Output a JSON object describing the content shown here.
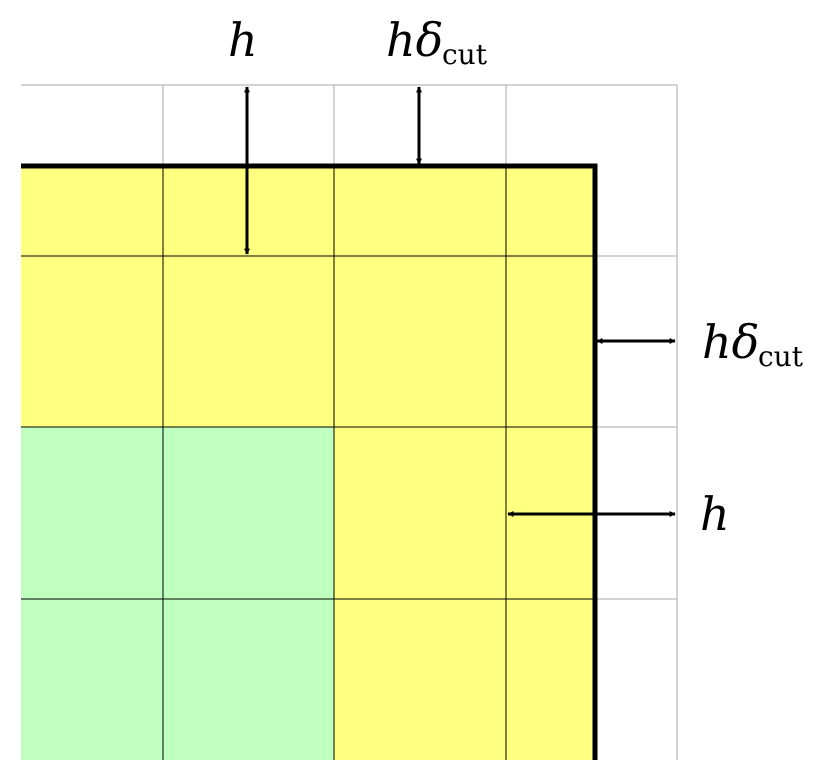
{
  "colors": {
    "background": "#ffffff",
    "yellow_cell": "#ffff80",
    "green_cell": "#bfffbf",
    "grid_line_light": "#aaaaaa",
    "grid_line_dark": "#000000",
    "boundary": "#000000",
    "arrow": "#000000"
  },
  "labels": {
    "top_h": {
      "symbol": "h"
    },
    "top_hdelta": {
      "symbol": "hδ",
      "subscript": "cut"
    },
    "right_hdelta": {
      "symbol": "hδ",
      "subscript": "cut"
    },
    "right_h": {
      "symbol": "h"
    }
  },
  "cells": {
    "row_1": [
      "yellow",
      "yellow",
      "yellow",
      "yellow",
      "empty"
    ],
    "row_2": [
      "yellow",
      "yellow",
      "yellow",
      "yellow",
      "empty"
    ],
    "row_3": [
      "green",
      "green",
      "yellow",
      "yellow",
      "empty"
    ],
    "row_4": [
      "green",
      "green",
      "yellow",
      "yellow",
      "empty"
    ]
  }
}
